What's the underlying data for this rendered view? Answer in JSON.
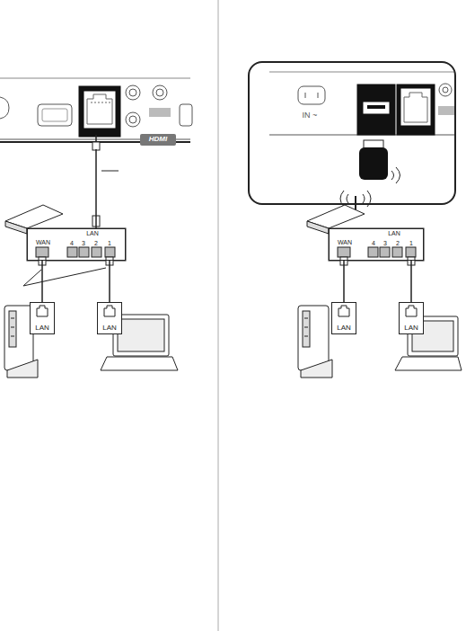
{
  "diagram": {
    "nodes": [
      {
        "text": [
          "HDMI"
        ]
      },
      {
        "text": [
          "WAN",
          "LAN",
          "4",
          "3",
          "2",
          "1"
        ]
      },
      {
        "text": [
          "LAN"
        ]
      },
      {
        "text": [
          "LAN"
        ]
      },
      {
        "text": [
          "IN ~"
        ]
      },
      {
        "text": [
          "WAN",
          "LAN",
          "4",
          "3",
          "2",
          "1"
        ]
      },
      {
        "text": [
          "LAN"
        ]
      },
      {
        "text": [
          "LAN"
        ]
      }
    ],
    "edges": [
      {
        "from": 0,
        "to": 1,
        "arrow": "none"
      },
      {
        "from": 1,
        "to": 2,
        "arrow": "none"
      },
      {
        "from": 1,
        "to": 3,
        "arrow": "none"
      },
      {
        "from": 5,
        "to": 6,
        "arrow": "none"
      },
      {
        "from": 5,
        "to": 7,
        "arrow": "none"
      }
    ]
  }
}
